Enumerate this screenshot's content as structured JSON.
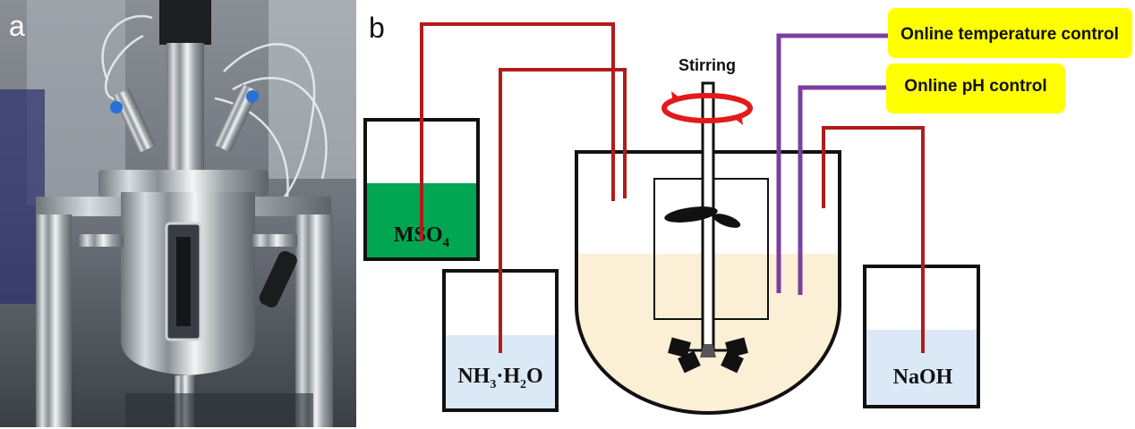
{
  "panel_a": {
    "letter": "a"
  },
  "panel_b": {
    "letter": "b",
    "stirring_label": "Stirring",
    "callouts": {
      "temperature": "Online temperature control",
      "ph": "Online pH control"
    },
    "vessels": {
      "mso4": {
        "formula": "MSO",
        "subscript": "4"
      },
      "ammonia": {
        "part1": "NH",
        "sub1": "3",
        "part2": "·H",
        "sub2": "2",
        "part3": "O"
      },
      "naoh": {
        "label": "NaOH"
      }
    },
    "colors": {
      "tube_red": "#b31b1b",
      "probe_purple": "#7b3fa0",
      "callout_yellow": "#ffff00",
      "mso4_green": "#00a651",
      "solution_blue": "#dbe9f6",
      "reactor_liquid": "#fbefd5",
      "stir_arrow": "#e31a1a"
    }
  }
}
